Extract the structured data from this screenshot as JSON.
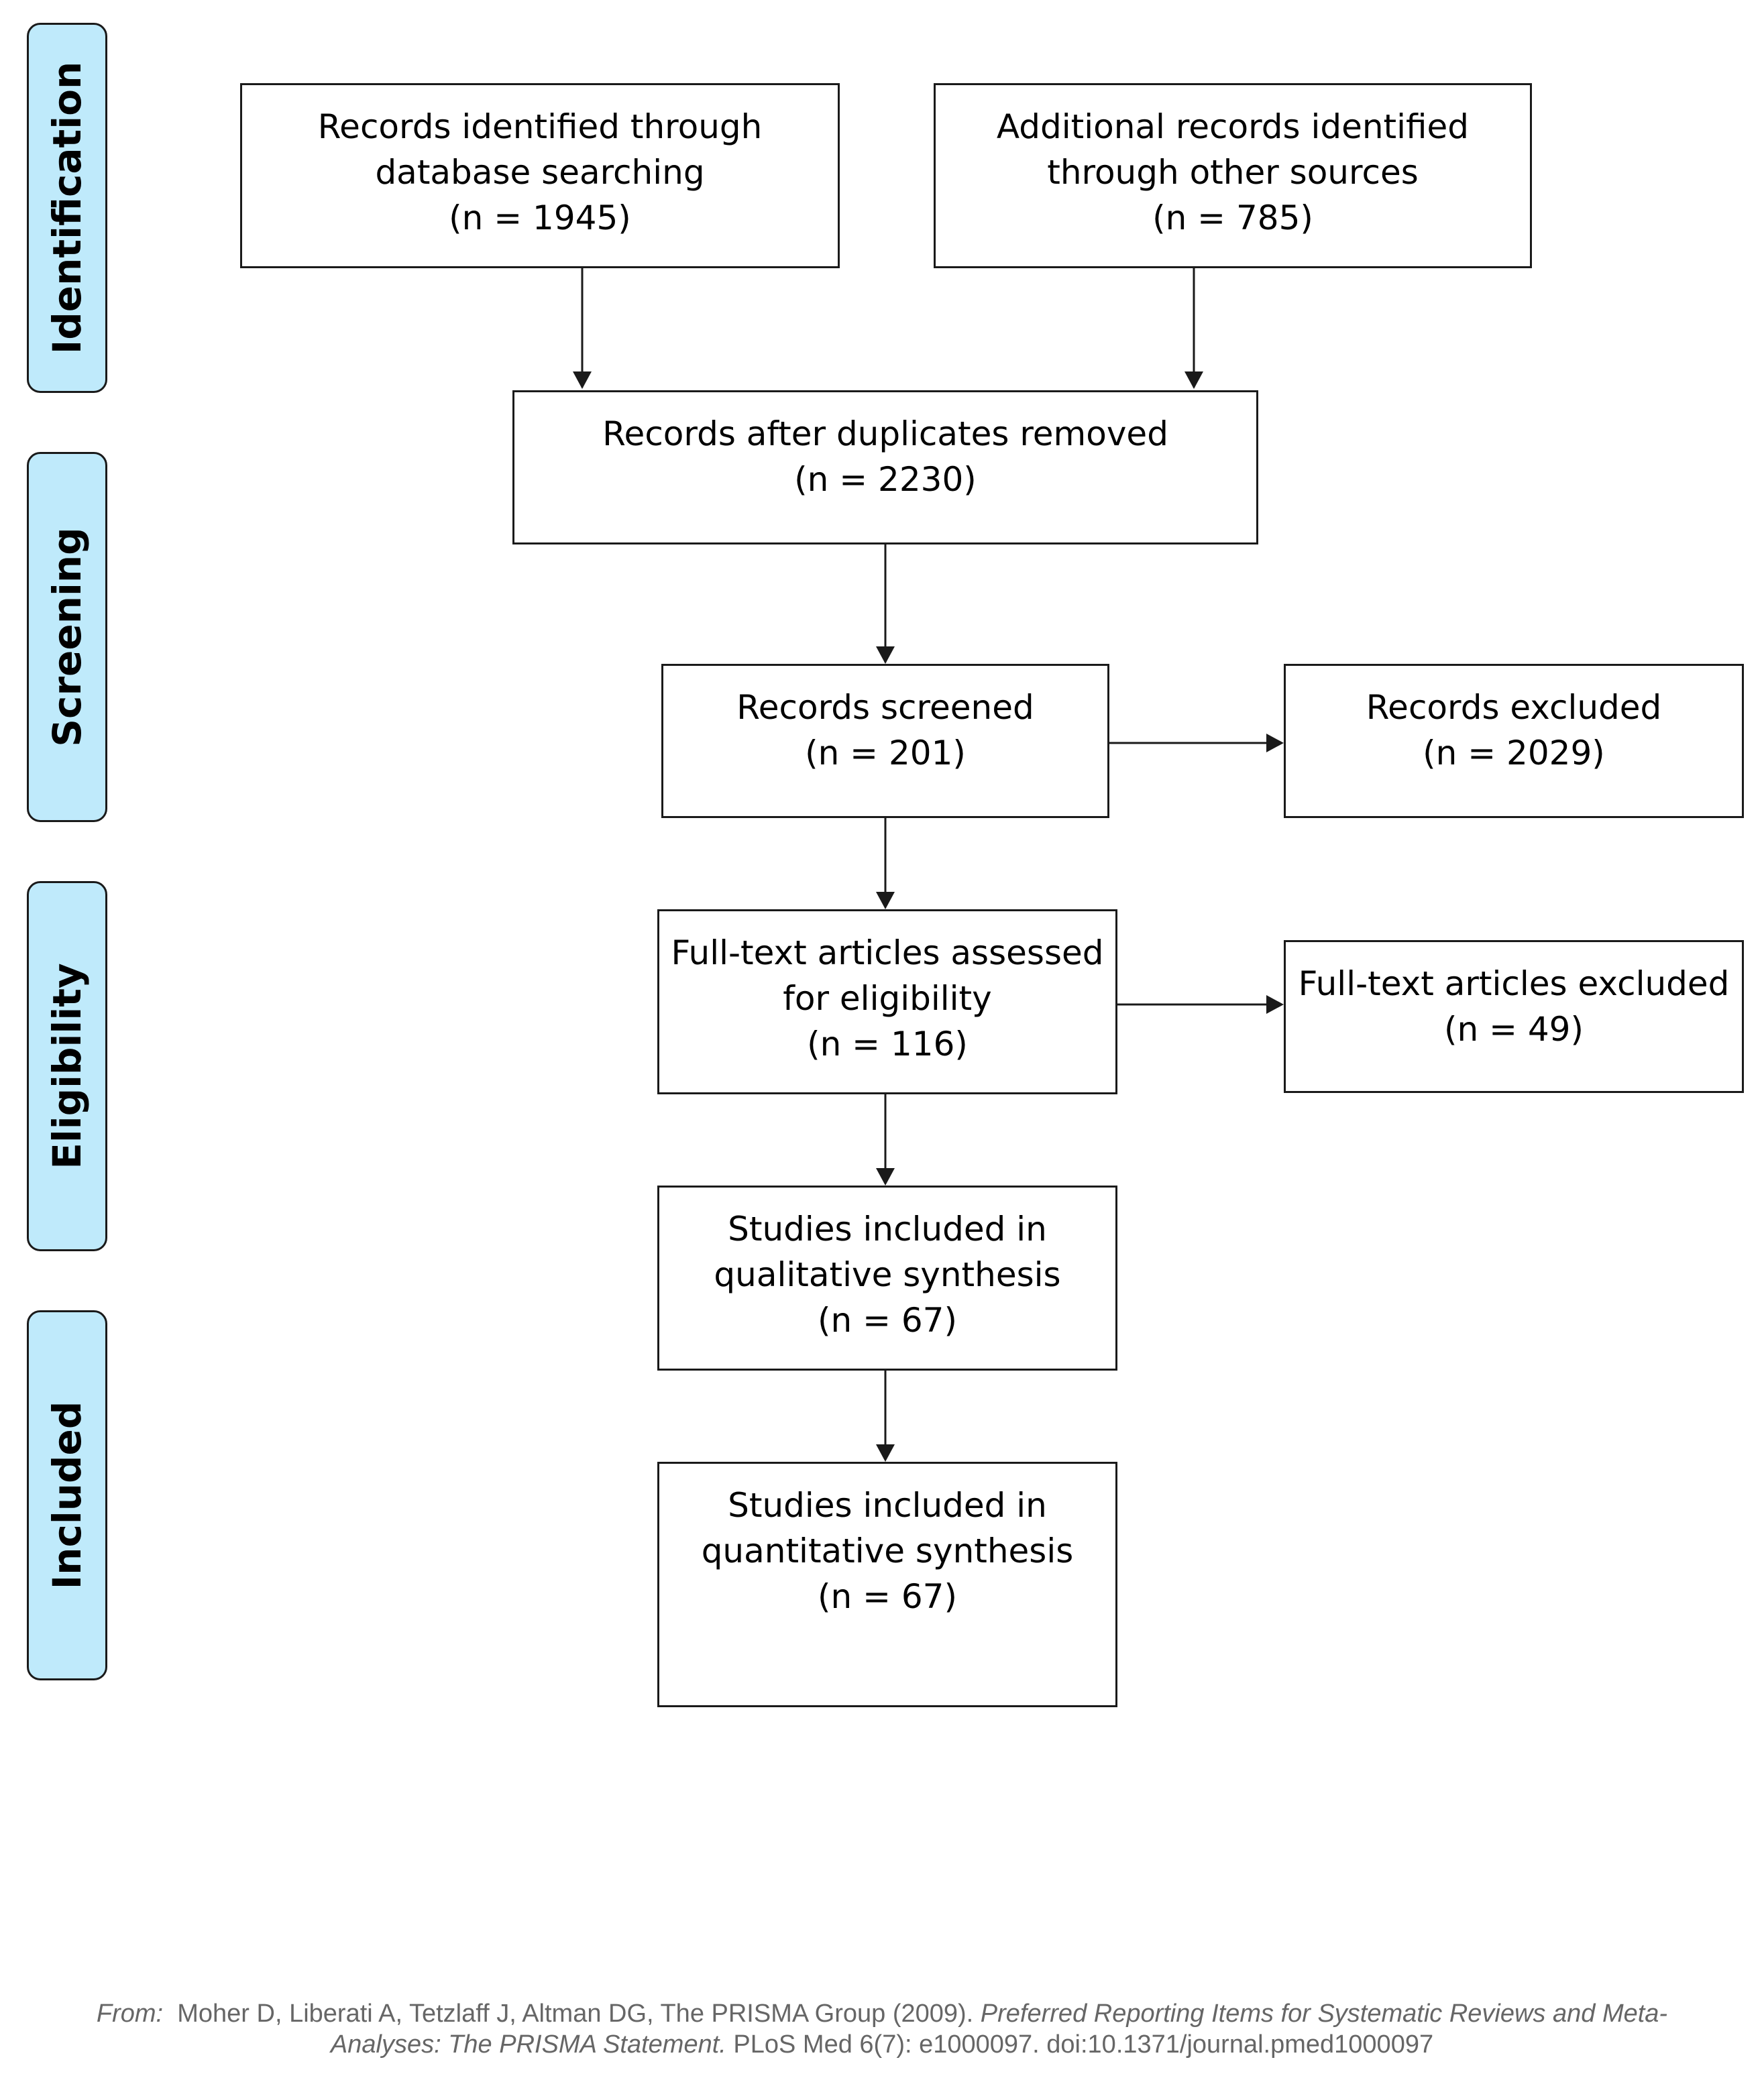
{
  "phases": {
    "identification": "Identification",
    "screening": "Screening",
    "eligibility": "Eligibility",
    "included": "Included"
  },
  "boxes": {
    "database_search": {
      "line1": "Records identified through",
      "line2": "database searching",
      "count": "(n = 1945)"
    },
    "other_sources": {
      "line1": "Additional records identified",
      "line2": "through other sources",
      "count": "(n = 785)"
    },
    "after_duplicates": {
      "line1": "Records after duplicates removed",
      "count": "(n = 2230)"
    },
    "screened": {
      "line1": "Records screened",
      "count": "(n = 201)"
    },
    "excluded": {
      "line1": "Records excluded",
      "count": "(n = 2029)"
    },
    "fulltext_assessed": {
      "line1": "Full-text articles assessed",
      "line2": "for eligibility",
      "count": "(n = 116)"
    },
    "fulltext_excluded": {
      "line1": "Full-text articles excluded",
      "count": "(n = 49)"
    },
    "qualitative": {
      "line1": "Studies included in",
      "line2": "qualitative synthesis",
      "count": "(n = 67)"
    },
    "quantitative": {
      "line1": "Studies included in",
      "line2": "quantitative synthesis",
      "count": "(n = 67)"
    }
  },
  "citation": {
    "from_label": "From:",
    "authors": "Moher D, Liberati A, Tetzlaff J, Altman DG, The PRISMA Group (2009).",
    "title_part1": "Preferred Reporting Items for Systematic Reviews and Meta-",
    "title_part2": "Analyses: The PRISMA Statement.",
    "source": "PLoS Med 6(7): e1000097. doi:10.1371/journal.pmed1000097"
  },
  "colors": {
    "phase_fill": "#bfeafb",
    "border": "#1a1a1a",
    "citation_text": "#666666"
  }
}
